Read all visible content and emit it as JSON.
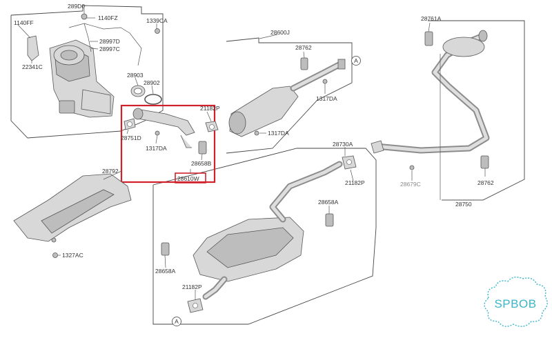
{
  "labels": {
    "l289D0": "289D0",
    "l1140FZ": "1140FZ",
    "l1140FF": "1140FF",
    "l1339CA": "1339CA",
    "l28997D": "28997D",
    "l28997C": "28997C",
    "l22341C": "22341C",
    "l28903": "28903",
    "l28902": "28902",
    "l21182P_top": "21182P",
    "l28751D": "28751D",
    "l1317DA_a": "1317DA",
    "l28658B": "28658B",
    "l28610W": "28610W",
    "l28792": "28792",
    "l1327AC": "1327AC",
    "l28600J": "28600J",
    "l28762_top": "28762",
    "l1317DA_b": "1317DA",
    "l1317DA_c": "1317DA",
    "l28761A": "28761A",
    "l28730A": "28730A",
    "l21182P_mid": "21182P",
    "l28658A_r": "28658A",
    "l28658A_l": "28658A",
    "l21182P_bot": "21182P",
    "l28679C": "28679C",
    "l28762_r": "28762",
    "l28750": "28750",
    "callA": "A",
    "callA2": "A"
  },
  "watermark": {
    "text": "SPBOB"
  },
  "colors": {
    "highlight": "#d0212a",
    "watermark": "#3bb5c8",
    "muted_label": "#8a8a8a"
  }
}
